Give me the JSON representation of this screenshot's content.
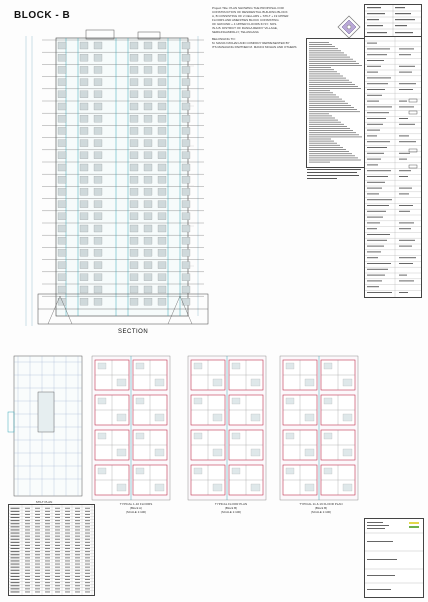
{
  "sheet": {
    "block_title": "BLOCK - B",
    "section_label": "SECTION",
    "project_title_lines": [
      "Project Title: PLAN SHOWING THE PROPOSAL FOR",
      "CONSTRUCTION OF RESIDENTIAL BUILDING BLOCK",
      "A, B CONSISTING OF 2 CELLARS + STILT + 19 UPPER",
      "FLOORS AND AMENITIES BLOCK CONSISTING",
      "OF GROUND + 4 UPPER FLOORS IN SY. NOS.",
      "IN A.B. DISTRICT OF RANGA REDDY VILLAGE,",
      "SERILINGAMPALLY, TELANGANA",
      "",
      "BELONGING TO:",
      "M. MANOJ MOHAN AND COMPANY REPRESENTED BY",
      "ITS MANAGING PARTNER M. MANOJ MOHAN AND OTHERS"
    ],
    "plan_captions": [
      {
        "line1": "STILT PLAN",
        "line2": "(Block A)",
        "line3": "(SCALE 1:100)"
      },
      {
        "line1": "TYPICAL 1-10 FLOORS",
        "line2": "(Block A)",
        "line3": "(SCALE 1:100)"
      },
      {
        "line1": "TYPICAL FLOOR PLAN",
        "line2": "(Block B)",
        "line3": "(SCALE 1:100)"
      },
      {
        "line1": "TYPICAL 11 & 19 FLOOR PLAN",
        "line2": "(Block B)",
        "line3": "(SCALE 1:100)"
      }
    ]
  }
}
